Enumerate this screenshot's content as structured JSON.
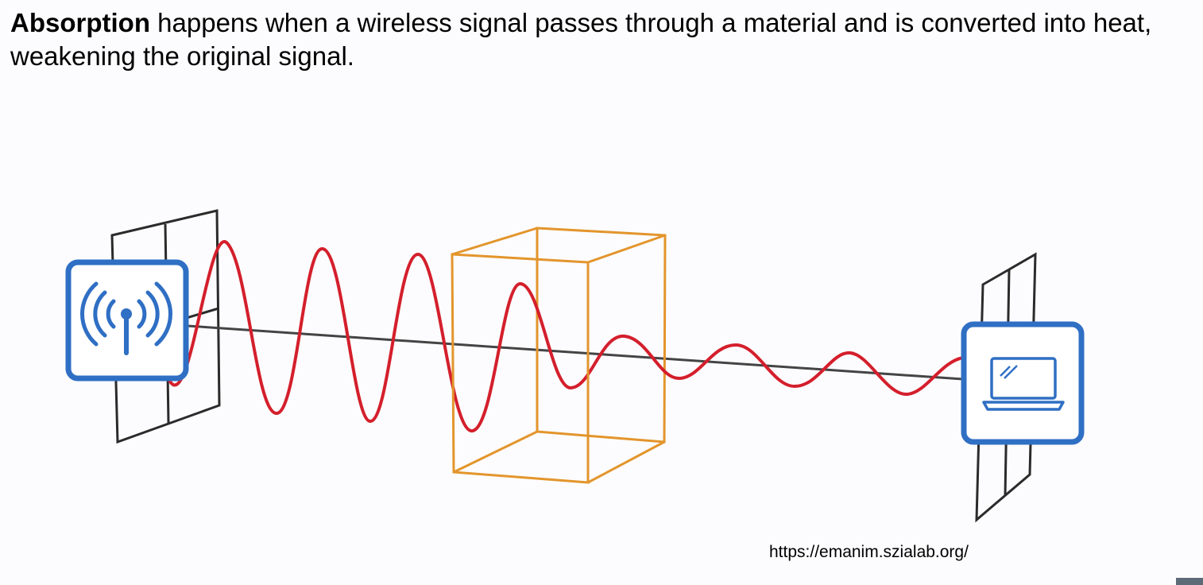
{
  "caption": {
    "term": "Absorption",
    "text": " happens when a wireless signal passes through a material and is converted into heat, weakening the original signal."
  },
  "diagram": {
    "transmitter_icon": "wireless-antenna-icon",
    "receiver_icon": "laptop-icon",
    "material_shape": "cube-outline",
    "colors": {
      "signal": "#d41f2c",
      "material": "#e3952c",
      "device_frame": "#2f6fc4",
      "panel": "#2b2b2b",
      "path": "#444444"
    }
  },
  "source": {
    "url": "https://emanim.szialab.org/"
  }
}
